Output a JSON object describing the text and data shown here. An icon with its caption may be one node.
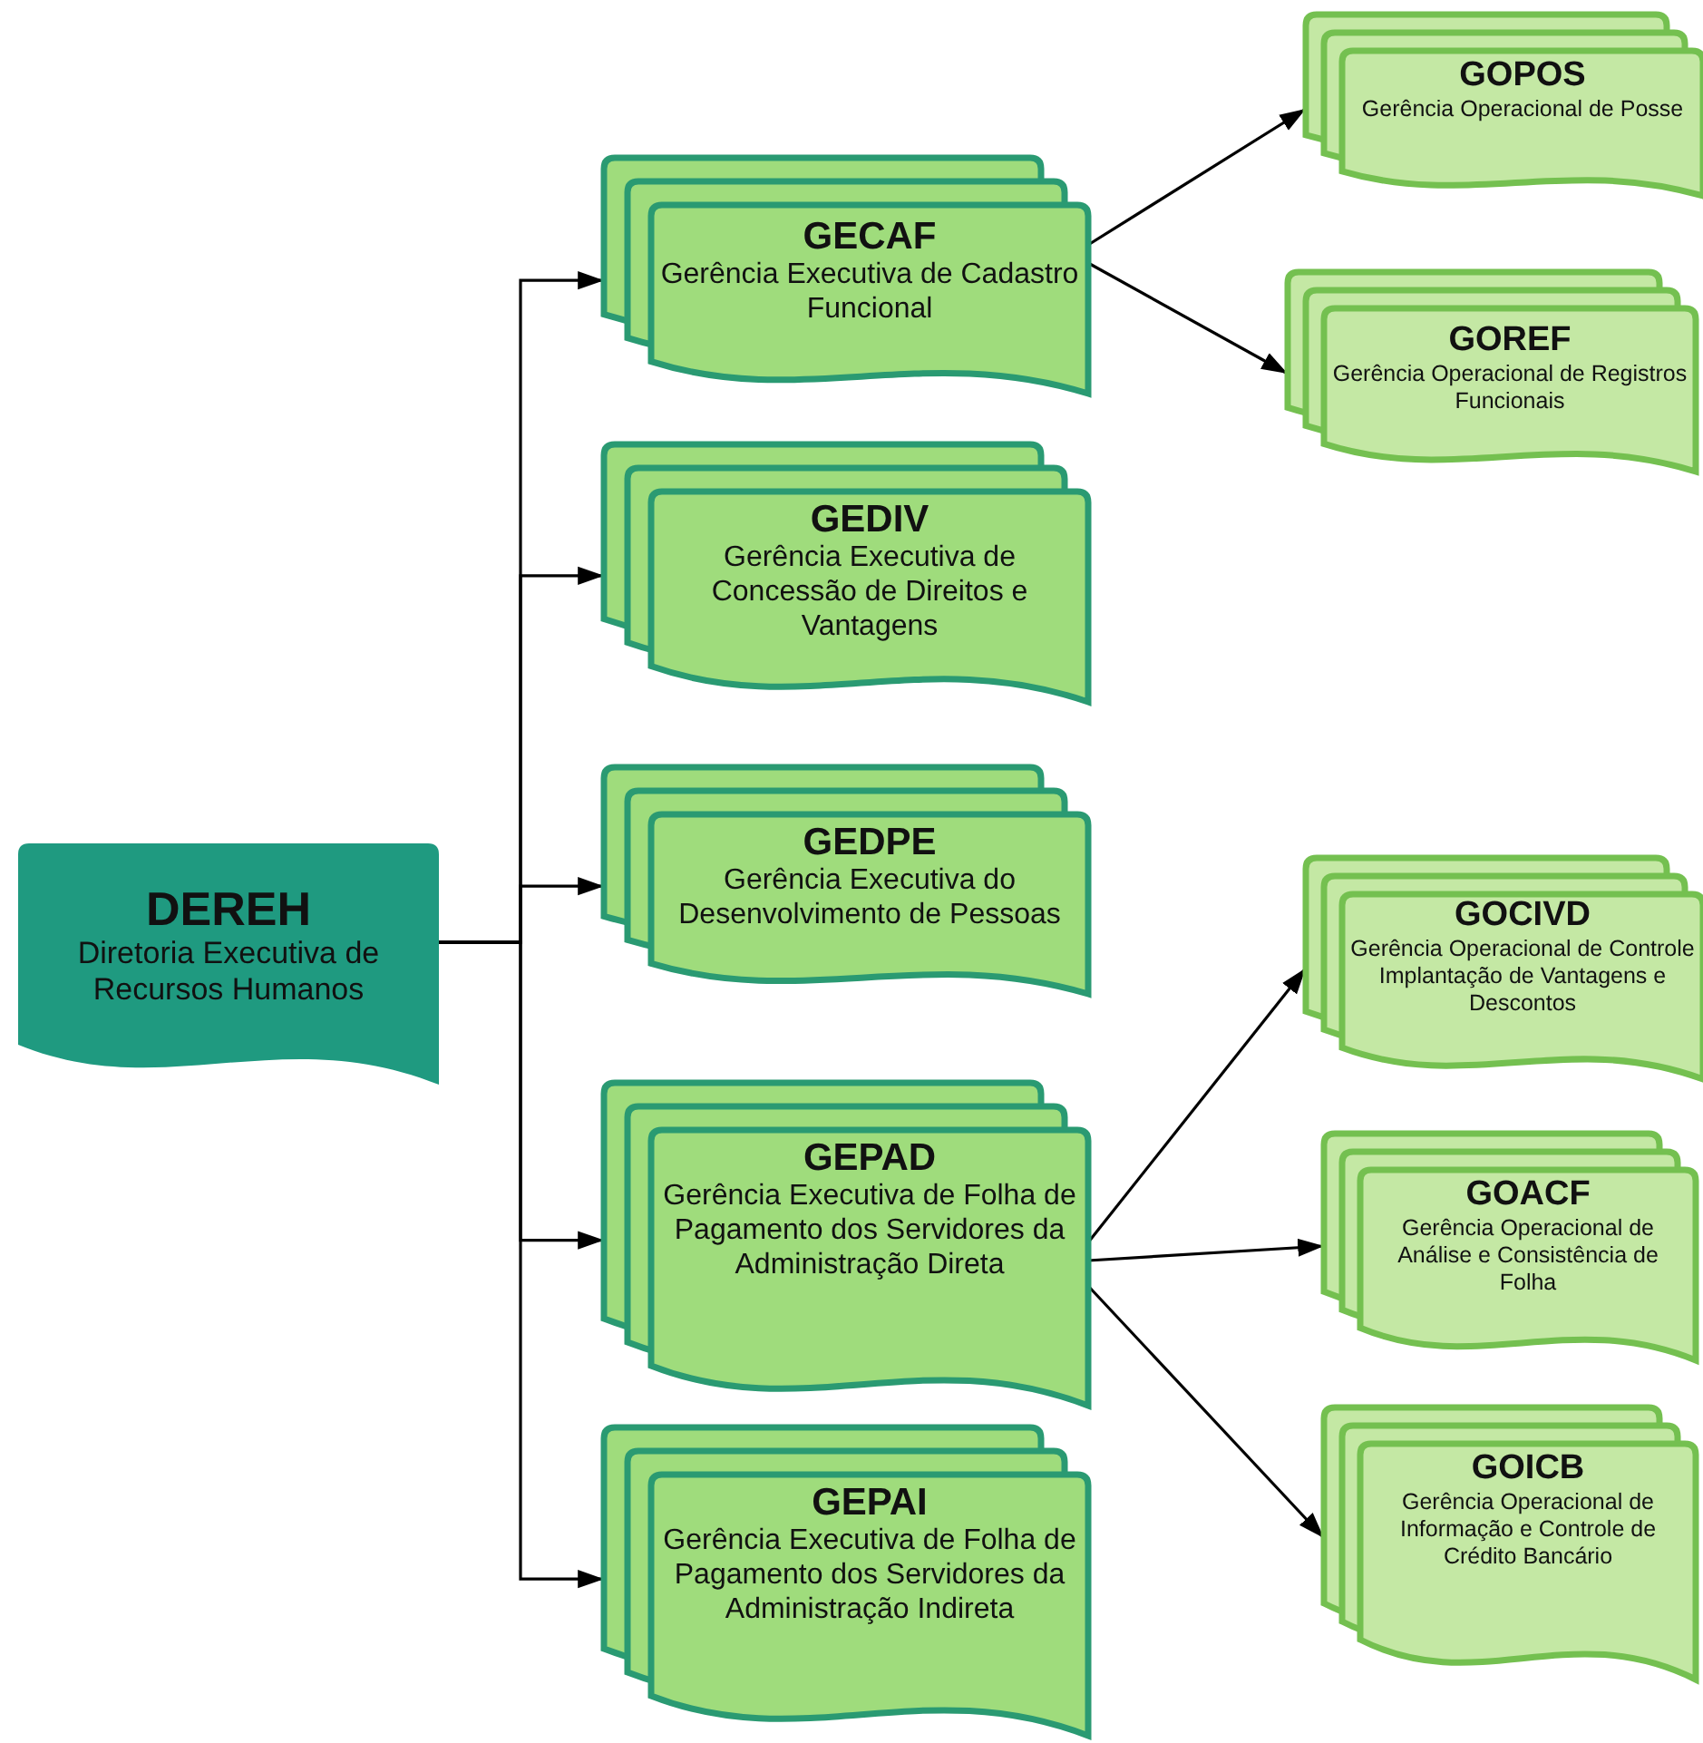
{
  "diagram": {
    "nodes": [
      {
        "text": [
          "DEREH",
          "Diretoria Executiva de Recursos Humanos"
        ]
      },
      {
        "text": [
          "GECAF",
          "Gerência Executiva de Cadastro Funcional"
        ]
      },
      {
        "text": [
          "GOPOS",
          "Gerência Operacional de Posse"
        ]
      },
      {
        "text": [
          "GOREF",
          "Gerência Operacional de Registros Funcionais"
        ]
      },
      {
        "text": [
          "GEDIV",
          "Gerência Executiva de Concessão de Direitos e Vantagens"
        ]
      },
      {
        "text": [
          "GEDPE",
          "Gerência Executiva do Desenvolvimento de Pessoas"
        ]
      },
      {
        "text": [
          "GEPAD",
          "Gerência Executiva de Folha de Pagamento dos Servidores da Administração Direta"
        ]
      },
      {
        "text": [
          "GOCIVD",
          "Gerência Operacional de Controle Implantação de Vantagens e Descontos"
        ]
      },
      {
        "text": [
          "GOACF",
          "Gerência Operacional de Análise e Consistência de Folha"
        ]
      },
      {
        "text": [
          "GOICB",
          "Gerência Operacional de Informação e Controle de Crédito Bancário"
        ]
      },
      {
        "text": [
          "GEPAI",
          "Gerência Executiva de Folha de Pagamento dos Servidores da Administração Indireta"
        ]
      }
    ],
    "edges": [
      {
        "from": 0,
        "to": 1,
        "arrow": "to"
      },
      {
        "from": 0,
        "to": 4,
        "arrow": "to"
      },
      {
        "from": 0,
        "to": 5,
        "arrow": "to"
      },
      {
        "from": 0,
        "to": 6,
        "arrow": "to"
      },
      {
        "from": 0,
        "to": 10,
        "arrow": "to"
      },
      {
        "from": 1,
        "to": 2,
        "arrow": "to"
      },
      {
        "from": 1,
        "to": 3,
        "arrow": "to"
      },
      {
        "from": 6,
        "to": 7,
        "arrow": "to"
      },
      {
        "from": 6,
        "to": 8,
        "arrow": "to"
      },
      {
        "from": 6,
        "to": 9,
        "arrow": "to"
      }
    ]
  }
}
